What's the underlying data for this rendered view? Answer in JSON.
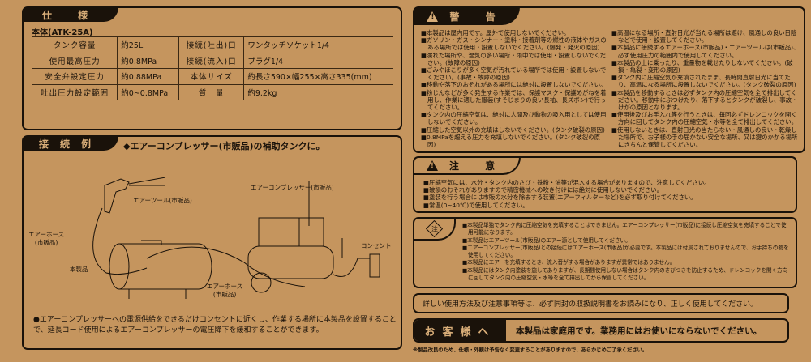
{
  "spec": {
    "title": "仕 様",
    "model": "本体(ATK-25A)",
    "rows": [
      [
        "タンク容量",
        "約25L",
        "接続(吐出)口",
        "ワンタッチソケット1/4"
      ],
      [
        "使用最高圧力",
        "約0.8MPa",
        "接続(流入)口",
        "プラグ1/4"
      ],
      [
        "安全弁設定圧力",
        "約0.88MPa",
        "本体サイズ",
        "約長さ590×幅255×高さ335(mm)"
      ],
      [
        "吐出圧力設定範囲",
        "約0~0.8MPa",
        "質　量",
        "約9.2kg"
      ]
    ]
  },
  "connection": {
    "title": "接続例",
    "subtitle": "◆エアーコンプレッサー(市販品)の補助タンクに。",
    "labels": {
      "air_tool": "エアーツール(市販品)",
      "air_hose_1": "エアーホース\n(市販品)",
      "product": "本製品",
      "air_hose_2": "エアーホース\n(市販品)",
      "compressor": "エアーコンプレッサー(市販品)",
      "outlet": "コンセント"
    },
    "note": "●エアーコンプレッサーへの電源供給をできるだけコンセントに近くし、作業する場所に本製品を設置することで、延長コード使用によるエアーコンプレッサーの電圧降下を緩和することができます。"
  },
  "warning": {
    "title": "警 告",
    "left": [
      "本製品は屋内用です。屋外で使用しないでください。",
      "ガソリン・ガス・シンナー・塗料・接着剤等の燃性の液体やガスのある場所では使用・設置しないでください。(爆発・発火の原因)",
      "濡れた場所や、湿気の多い場所・雨中では使用・設置しないでください。(故障の原因)",
      "ごみやほこりが多く空気が汚れている場所では使用・設置しないでください。(事故・故障の原因)",
      "移動や落下のおそれがある場所には絶対に設置しないでください。",
      "粉じんなどが多く発生する作業では、保護マスク・保護めがねを着用し、作業に適した服装(すそじまりの良い長袖、長ズボン)で行ってください。",
      "タンク内の圧縮空気は、絶対に人間及び動物の吸入用としては使用しないでください。",
      "圧縮した空気以外の充填はしないでください。(タンク破裂の原因)",
      "0.8MPaを超える圧力を充填しないでください。(タンク破裂の原因)"
    ],
    "right": [
      "高温になる場所・直射日光が当たる場所は避け、風通しの良い日陰などで使用・設置してください。",
      "本製品に接続するエアーホース(市販品)・エアーツールは(市販品)、必ず使用圧力の範囲内で使用してください。",
      "本製品の上に乗ったり、重量物を載せたりしないでください。(破損・亀裂・変形の原因)",
      "タンク内に圧縮空気が充填されたまま、長時間直射日光に当てたり、高温になる場所に設置しないでください。(タンク破裂の原因)",
      "本製品を移動するときは必ずタンク内の圧縮空気を全て排出してください。移動中にぶつけたり、落下するとタンクが破裂し、事故・けがの原因となります。",
      "使用後及びお手入れ等を行うときは、毎回必ずドレンコックを開く方向に回してタンク内の圧縮空気・水等を全て排出してください。",
      "使用しないときは、直射日光の当たらない・風通しの良い・乾燥した場所で、お子様の手の届かない安全な場所、又は鍵のかかる場所にきちんと保管してください。"
    ]
  },
  "caution": {
    "title": "注 意",
    "items": [
      "圧縮空気には、水分・タンク内のさび・鉄粉・油等が混入する場合がありますので、注意してください。",
      "破損のおそれがありますので精密機械への吹き付けには絶対に使用しないでください。",
      "塗装を行う場合には市販の水分を除去する装置(エアーフィルターなど)を必ず取り付けてください。",
      "常温(0~40℃)で使用してください。"
    ]
  },
  "note": {
    "badge": "注",
    "items": [
      "本製品単独でタンク内に圧縮空気を充填することはできません。エアーコンプレッサー(市販品)に接続し圧縮空気を充填することで使用可能になります。",
      "本製品はエアーツール(市販品)のエアー源として使用してください。",
      "エアーコンプレッサー(市販品)との接続にはエアーホース(市販品)が必要です。本製品には付属されておりませんので、お手持ちの物を使用してください。",
      "本製品にエアーを充填するとき、流入音がする場合がありますが異常ではありません。",
      "本製品にはタンク内塗装を施してありますが、長期間使用しない場合はタンク内のさびつきを防止するため、ドレンコックを開く方向に回してタンク内の圧縮空気・水等を全て排出してから保管してください。"
    ]
  },
  "manual_notice": "詳しい使用方法及び注意事項等は、必ず同封の取扱説明書をお読みになり、正しく使用してください。",
  "customer": {
    "label": "お客様へ",
    "message": "本製品は家庭用です。業務用にはお使いにならないでください。"
  },
  "footnote": "※製品改良のため、仕様・外観は予告なく変更することがありますので、あらかじめご了承ください。"
}
